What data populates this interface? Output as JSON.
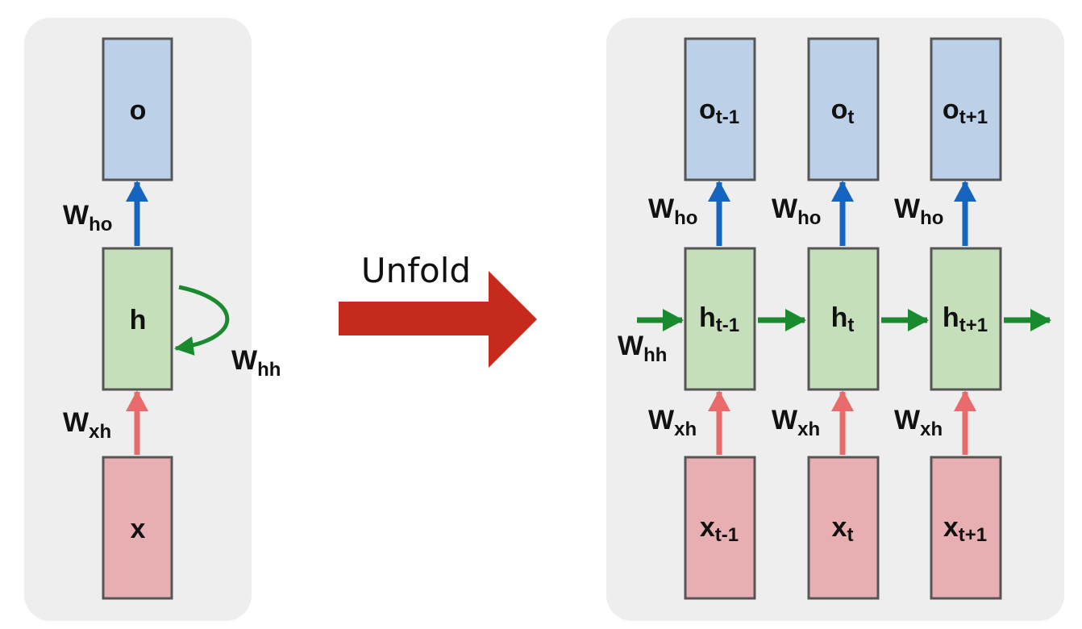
{
  "colors": {
    "panel": "#eeeeee",
    "output_fill": "#bcd0e8",
    "hidden_fill": "#c5dfbb",
    "input_fill": "#e8afb3",
    "box_stroke": "#555555",
    "output_arrow": "#1565c0",
    "recurrent_arrow": "#1a8a2e",
    "input_arrow": "#e96a6a",
    "unfold_arrow": "#c62a1d"
  },
  "folded": {
    "output": {
      "label": "o"
    },
    "hidden": {
      "label": "h"
    },
    "input": {
      "label": "x"
    },
    "w_ho": {
      "base": "W",
      "sub": "ho"
    },
    "w_hh": {
      "base": "W",
      "sub": "hh"
    },
    "w_xh": {
      "base": "W",
      "sub": "xh"
    }
  },
  "unfold": {
    "label": "Unfold"
  },
  "unfolded": {
    "steps": [
      {
        "o": {
          "base": "o",
          "sub": "t-1"
        },
        "h": {
          "base": "h",
          "sub": "t-1"
        },
        "x": {
          "base": "x",
          "sub": "t-1"
        },
        "w_ho": {
          "base": "W",
          "sub": "ho"
        },
        "w_xh": {
          "base": "W",
          "sub": "xh"
        }
      },
      {
        "o": {
          "base": "o",
          "sub": "t"
        },
        "h": {
          "base": "h",
          "sub": "t"
        },
        "x": {
          "base": "x",
          "sub": "t"
        },
        "w_ho": {
          "base": "W",
          "sub": "ho"
        },
        "w_xh": {
          "base": "W",
          "sub": "xh"
        }
      },
      {
        "o": {
          "base": "o",
          "sub": "t+1"
        },
        "h": {
          "base": "h",
          "sub": "t+1"
        },
        "x": {
          "base": "x",
          "sub": "t+1"
        },
        "w_ho": {
          "base": "W",
          "sub": "ho"
        },
        "w_xh": {
          "base": "W",
          "sub": "xh"
        }
      }
    ],
    "w_hh": {
      "base": "W",
      "sub": "hh"
    }
  }
}
